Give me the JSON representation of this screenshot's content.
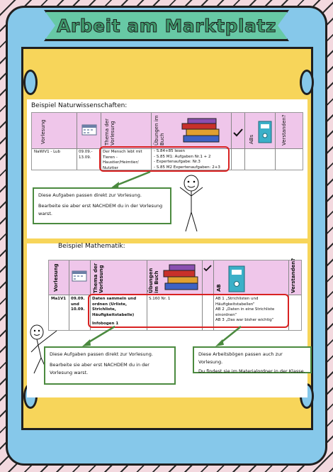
{
  "title": "Arbeit am Marktplatz",
  "colors": {
    "frame": "#86c8ea",
    "banner": "#67c9a5",
    "title": "#3f9a6c",
    "panel": "#f7d55a",
    "row_header": "#efc6ea",
    "highlight": "#d82222",
    "note_border": "#4b8a3f"
  },
  "example1": {
    "heading": "Beispiel Naturwissenschaften:",
    "headers": {
      "vorlesung": "Vorlesung",
      "thema": "Thema der Vorlesung",
      "uebungen": "Übungen im Buch",
      "abs": "ABs",
      "verstanden": "Verstanden?"
    },
    "row": {
      "vorlesung": "NaWiV1 - Lub",
      "date": "09.09.- 13.09.",
      "thema": "Der Mensch lebt mit Tieren - Haustier/Heimtier/ Nutztier",
      "uebungen": [
        "- S.84+85 lesen",
        "- S.85 M1: Aufgaben Nr.1 + 2",
        "- Expertenaufgabe: Nr.3",
        "- S.85 M2 Expertenaufgaben: 2+3"
      ]
    },
    "note": {
      "line1": "Diese Aufgaben passen direkt zur Vorlesung.",
      "line2": "Bearbeite sie aber erst NACHDEM du in der Vorlesung warst."
    }
  },
  "example2": {
    "heading": "Beispiel Mathematik:",
    "headers": {
      "vorlesung": "Vorlesung",
      "thema": "Thema der Vorlesung",
      "uebungen": "Übungen im Buch",
      "ab": "AB",
      "verstanden": "Verstanden?"
    },
    "row": {
      "vorlesung": "Ma1V1",
      "date": "09.09. und 10.09.",
      "thema": "Daten sammeln und ordnen (Urliste, Strichliste, Häufigkeitstabelle)",
      "infobogen": "Infobogen 1",
      "uebungen": "S.160 Nr. 1",
      "ab": [
        "AB 1 „Strichlisten und Häufigkeitstabellen“",
        "AB 2 „Daten in eine Strichliste einordnen“",
        "AB 3 „Das war bisher wichtig“"
      ]
    },
    "note_left": {
      "line1": "Diese Aufgaben passen direkt zur Vorlesung.",
      "line2": "Bearbeite sie aber erst NACHDEM du in der Vorlesung warst."
    },
    "note_right": {
      "line1": "Diese Arbeitsbögen passen auch zur Vorlesung.",
      "line2": "Du findest sie im Materialordner in der Klasse."
    }
  }
}
